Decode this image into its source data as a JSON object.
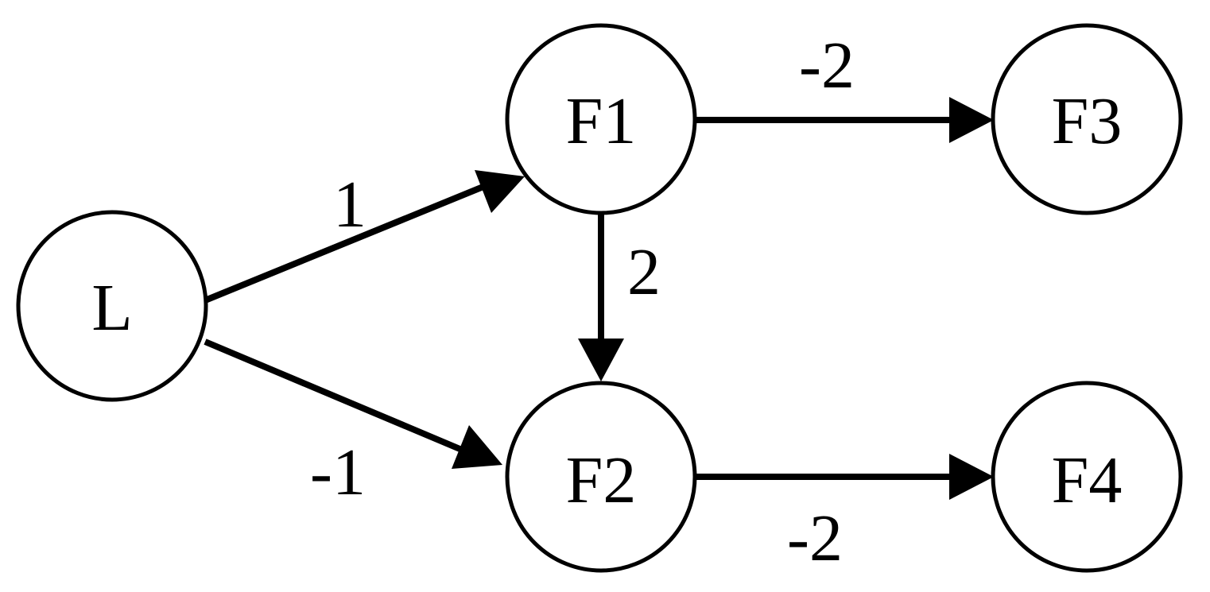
{
  "nodes": [
    {
      "id": "L",
      "label": "L"
    },
    {
      "id": "F1",
      "label": "F1"
    },
    {
      "id": "F2",
      "label": "F2"
    },
    {
      "id": "F3",
      "label": "F3"
    },
    {
      "id": "F4",
      "label": "F4"
    }
  ],
  "edges": [
    {
      "from": "L",
      "to": "F1",
      "label": "1"
    },
    {
      "from": "L",
      "to": "F2",
      "label": "-1"
    },
    {
      "from": "F1",
      "to": "F2",
      "label": "2"
    },
    {
      "from": "F1",
      "to": "F3",
      "label": "-2"
    },
    {
      "from": "F2",
      "to": "F4",
      "label": "-2"
    }
  ],
  "colors": {
    "stroke": "#000000",
    "fill": "#ffffff"
  }
}
